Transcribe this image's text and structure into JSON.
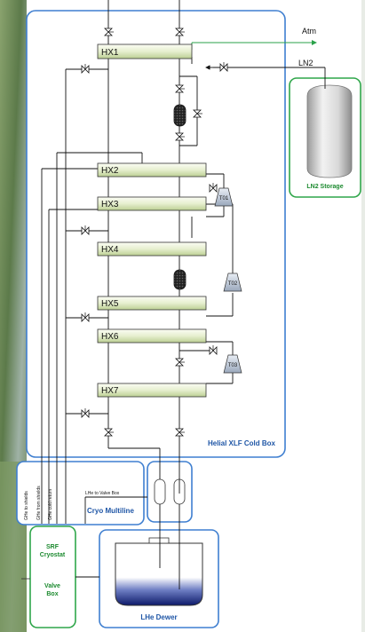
{
  "colors": {
    "cold_box_border": "#3f7fd0",
    "storage_border": "#2fa64a",
    "hx_fill_light": "#f2f6e6",
    "hx_fill_dark": "#c9d9a6",
    "vent_line": "#2aa24a",
    "background_photo_left": "#6f8b57",
    "dewer_liquid": "#1a2a7a"
  },
  "icons": {
    "valve": "valve-icon",
    "turbine": "turbine-icon",
    "adsorber": "adsorber-icon",
    "tank": "storage-tank-icon"
  },
  "heat_exchangers": [
    "HX1",
    "HX2",
    "HX3",
    "HX4",
    "HX5",
    "HX6",
    "HX7"
  ],
  "turbines": [
    "T01",
    "T02",
    "T03"
  ],
  "labels": {
    "atm": "Atm",
    "ln2": "LN2",
    "ln2_storage": "LN2 Storage",
    "cold_box": "Helial XLF Cold Box",
    "cryo_multiline": "Cryo Multiline",
    "lhe_to_valve_box": "LHe to Valve Box",
    "ghe_to_shields": "GHe to shields",
    "ghe_from_shields": "GHe from shields",
    "ghe_cold_return": "GHe cold return",
    "srf_cryostat_line1": "SRF",
    "srf_cryostat_line2": "Cryostat",
    "valve_box_line1": "Valve",
    "valve_box_line2": "Box",
    "lhe_dewer": "LHe Dewer"
  }
}
